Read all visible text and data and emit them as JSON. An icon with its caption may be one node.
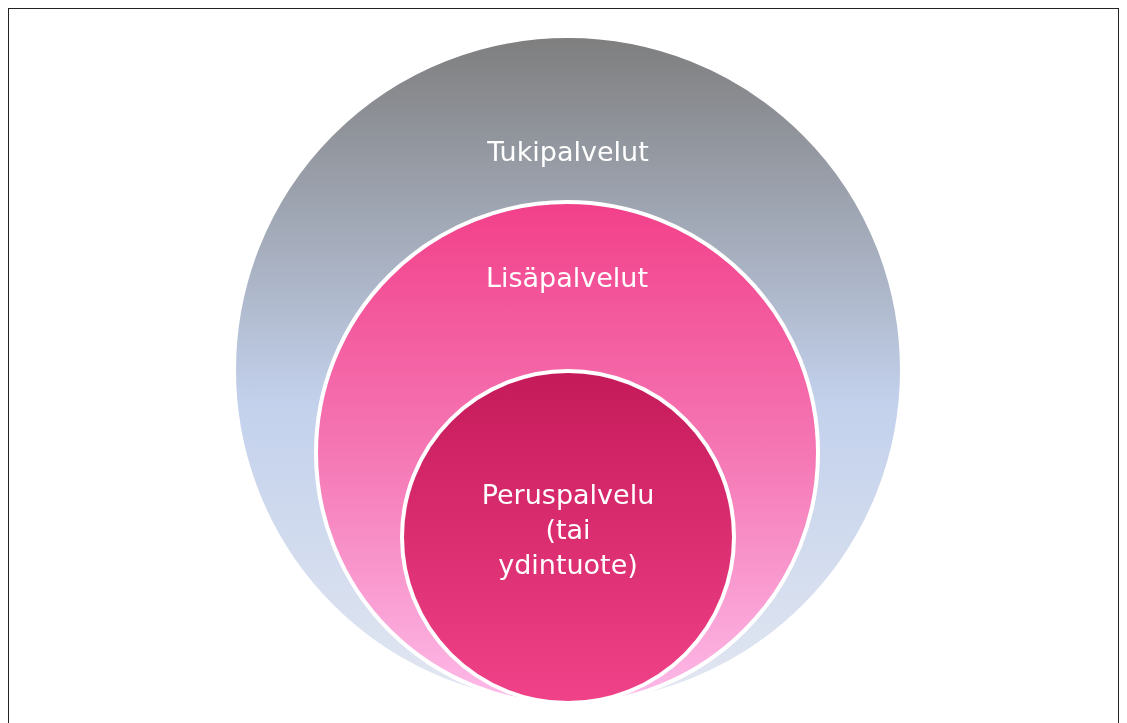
{
  "diagram": {
    "nodes": [
      {
        "text": [
          "Tukipalvelut"
        ]
      },
      {
        "text": [
          "Lisäpalvelut"
        ],
        "in": 0
      },
      {
        "text": [
          "Peruspalvelu (tai ydintuote)"
        ],
        "in": 1
      }
    ]
  }
}
